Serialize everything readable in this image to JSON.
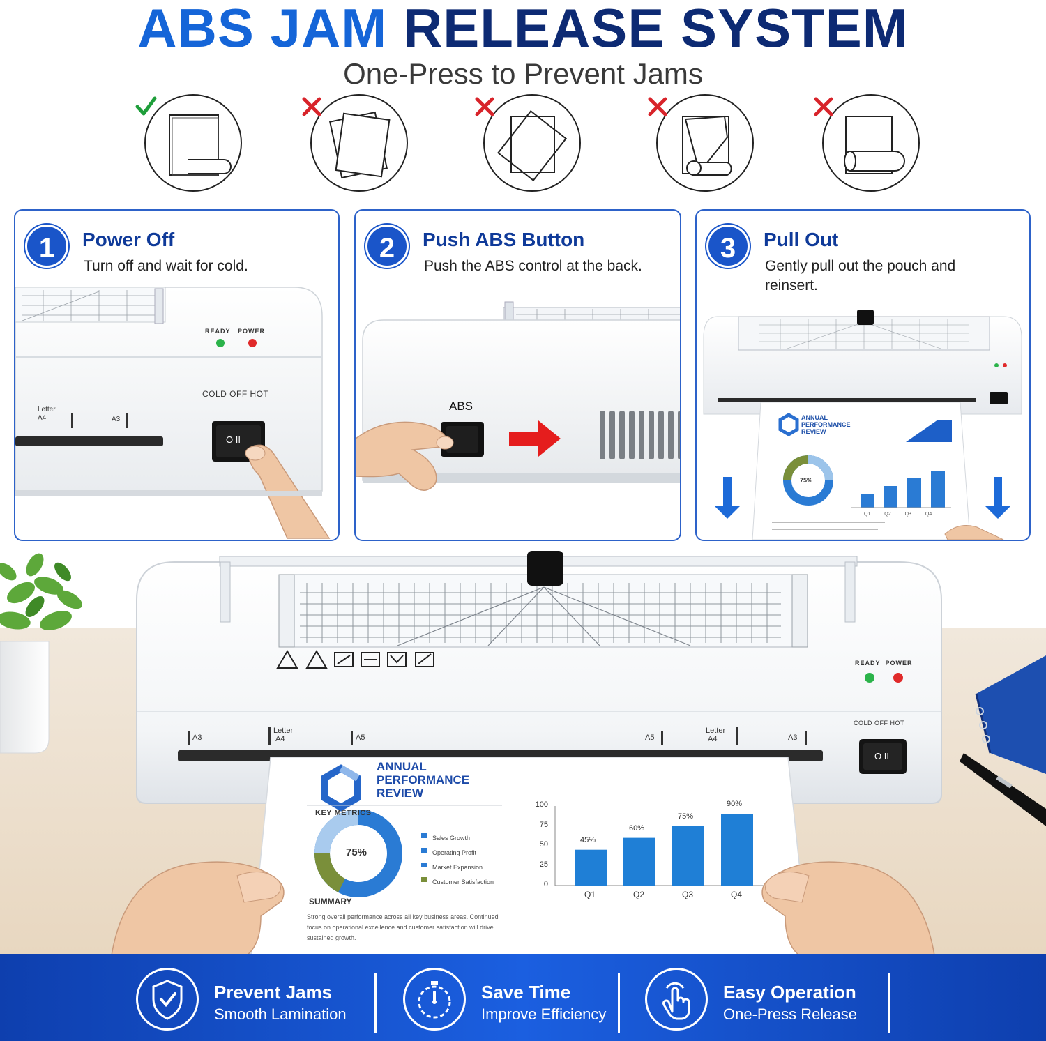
{
  "header": {
    "title_part1": "ABS JAM",
    "title_part2": "RELEASE SYSTEM",
    "subtitle": "One-Press to Prevent Jams"
  },
  "icon_row": {
    "marks": [
      "check",
      "cross",
      "cross",
      "cross",
      "cross"
    ],
    "check_color": "#1e9e3a",
    "cross_color": "#d8232a"
  },
  "steps": [
    {
      "number": "1",
      "title": "Power Off",
      "desc": "Turn off and wait for cold."
    },
    {
      "number": "2",
      "title": "Push ABS Button",
      "desc": "Push the ABS control at the back."
    },
    {
      "number": "3",
      "title": "Pull Out",
      "desc": "Gently pull out the pouch and reinsert."
    }
  ],
  "step1_art": {
    "ready": "READY",
    "power": "POWER",
    "switch_label": "COLD OFF HOT",
    "switch_face": "O II",
    "letter": "Letter",
    "a4": "A4",
    "a3": "A3"
  },
  "step2_art": {
    "abs": "ABS"
  },
  "step3_art": {
    "doc_title": "ANNUAL\nPERFORMANCE\nREVIEW",
    "donut": "75%",
    "bars": [
      "Q1",
      "Q2",
      "Q3",
      "Q4"
    ]
  },
  "laminator": {
    "ready": "READY",
    "power": "POWER",
    "switch_label": "COLD OFF HOT",
    "switch_face": "O II",
    "marks": [
      "A3",
      "Letter",
      "A4",
      "A5",
      "A5",
      "Letter",
      "A4",
      "A3"
    ]
  },
  "document": {
    "title_line1": "ANNUAL",
    "title_line2": "PERFORMANCE",
    "title_line3": "REVIEW",
    "metrics_heading": "KEY METRICS",
    "donut_value": "75%",
    "legend": [
      "Sales Growth",
      "Operating Profit",
      "Market Expansion",
      "Customer Satisfaction"
    ],
    "summary_heading": "SUMMARY",
    "summary_text": [
      "Strong overall performance across all key business areas. Continued",
      "focus on operational excellence and customer satisfaction will drive",
      "sustained growth."
    ]
  },
  "chart_data": {
    "type": "bar",
    "categories": [
      "Q1",
      "Q2",
      "Q3",
      "Q4"
    ],
    "values": [
      45,
      60,
      75,
      90
    ],
    "data_labels": [
      "45%",
      "60%",
      "75%",
      "90%"
    ],
    "yticks": [
      "100",
      "75",
      "50",
      "25",
      "0"
    ],
    "ylim": [
      0,
      100
    ],
    "bar_color": "#1f7fd6",
    "title": "",
    "xlabel": "",
    "ylabel": ""
  },
  "features": [
    {
      "icon": "shield-check-icon",
      "title": "Prevent Jams",
      "sub": "Smooth Lamination"
    },
    {
      "icon": "stopwatch-icon",
      "title": "Save Time",
      "sub": "Improve Efficiency"
    },
    {
      "icon": "hand-press-icon",
      "title": "Easy Operation",
      "sub": "One-Press Release"
    }
  ],
  "colors": {
    "brand_blue": "#1565d8",
    "navy": "#0d2a73",
    "card_border": "#2d62c9",
    "arrow_red": "#e51d1d",
    "led_green": "#2bb34a",
    "led_red": "#e02a2a"
  }
}
